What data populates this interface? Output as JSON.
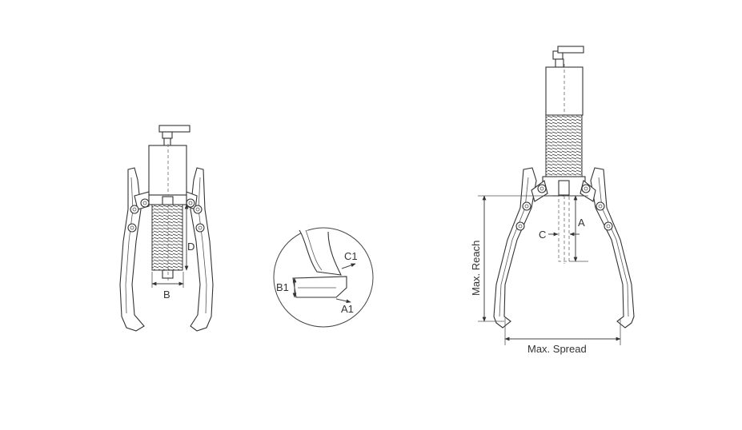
{
  "labels": {
    "b": "B",
    "d": "D",
    "c1": "C1",
    "b1": "B1",
    "a1": "A1",
    "a": "A",
    "c": "C",
    "max_reach": "Max. Reach",
    "max_spread": "Max. Spread"
  },
  "colors": {
    "line": "#333333",
    "background": "#ffffff"
  }
}
